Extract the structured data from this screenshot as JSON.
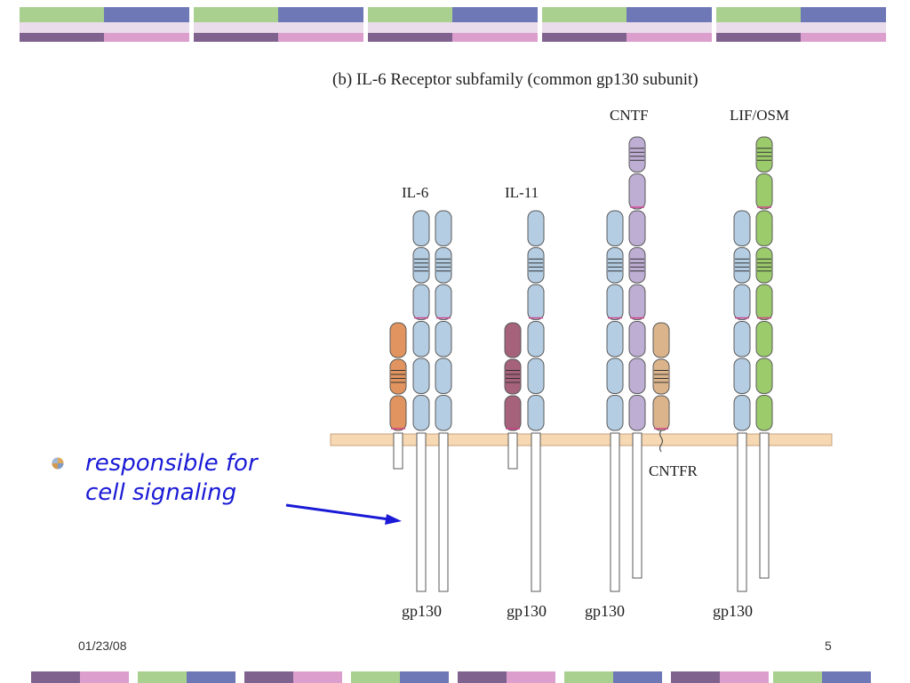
{
  "figure": {
    "title": "(b) IL-6 Receptor subfamily (common gp130 subunit)",
    "ligands": [
      "IL-6",
      "IL-11",
      "CNTF",
      "LIF/OSM"
    ],
    "subunit_labels": [
      "gp130",
      "gp130",
      "gp130",
      "gp130"
    ],
    "extra_label": "CNTFR"
  },
  "bullet": {
    "lines": [
      "responsible for",
      "cell signaling"
    ]
  },
  "footer": {
    "date": "01/23/08",
    "page": "5"
  },
  "colors": {
    "gp130": "#b4cde2",
    "il6r": "#e1945f",
    "il11r": "#a5627a",
    "cntf_receptor": "#bfaed4",
    "lifr": "#9ccb6c",
    "cntfr": "#dcb48c",
    "membrane": "#f6d9b3",
    "bullet_text": "#1a1ad6",
    "band_green": "#a9d08e",
    "band_blue": "#6f78b6",
    "band_purple": "#80628f",
    "band_pink": "#dc9fcd"
  }
}
